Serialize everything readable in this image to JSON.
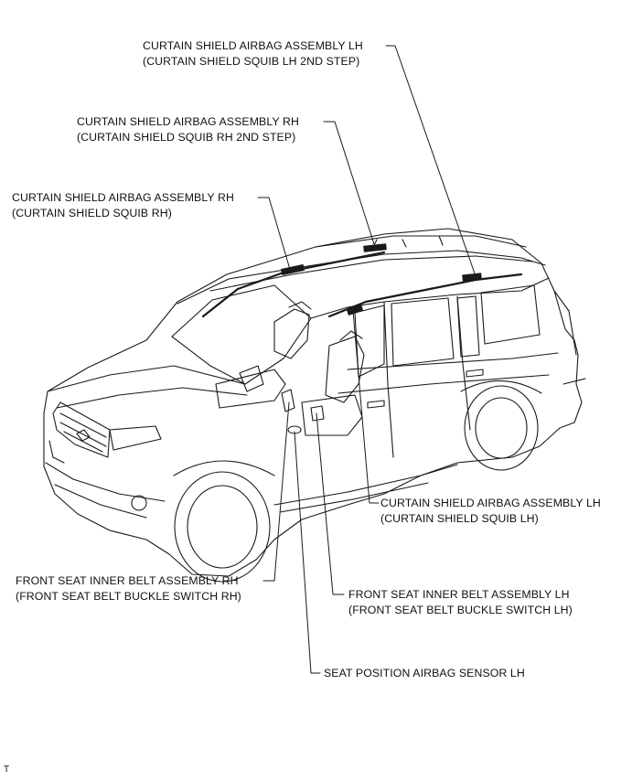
{
  "callouts": {
    "curtain_lh_2nd": {
      "line1": "CURTAIN SHIELD AIRBAG ASSEMBLY LH",
      "line2": "(CURTAIN SHIELD SQUIB LH 2ND STEP)"
    },
    "curtain_rh_2nd": {
      "line1": "CURTAIN SHIELD AIRBAG ASSEMBLY RH",
      "line2": "(CURTAIN SHIELD SQUIB RH 2ND STEP)"
    },
    "curtain_rh": {
      "line1": "CURTAIN SHIELD AIRBAG ASSEMBLY RH",
      "line2": "(CURTAIN SHIELD SQUIB RH)"
    },
    "curtain_lh": {
      "line1": "CURTAIN SHIELD AIRBAG ASSEMBLY LH",
      "line2": "(CURTAIN SHIELD SQUIB LH)"
    },
    "belt_rh": {
      "line1": "FRONT SEAT INNER BELT ASSEMBLY RH",
      "line2": "(FRONT SEAT BELT BUCKLE SWITCH RH)"
    },
    "belt_lh": {
      "line1": "FRONT SEAT INNER BELT ASSEMBLY LH",
      "line2": "(FRONT SEAT BELT BUCKLE SWITCH LH)"
    },
    "seat_sensor": {
      "line1": "SEAT POSITION AIRBAG SENSOR LH"
    }
  },
  "corner_mark": "T"
}
